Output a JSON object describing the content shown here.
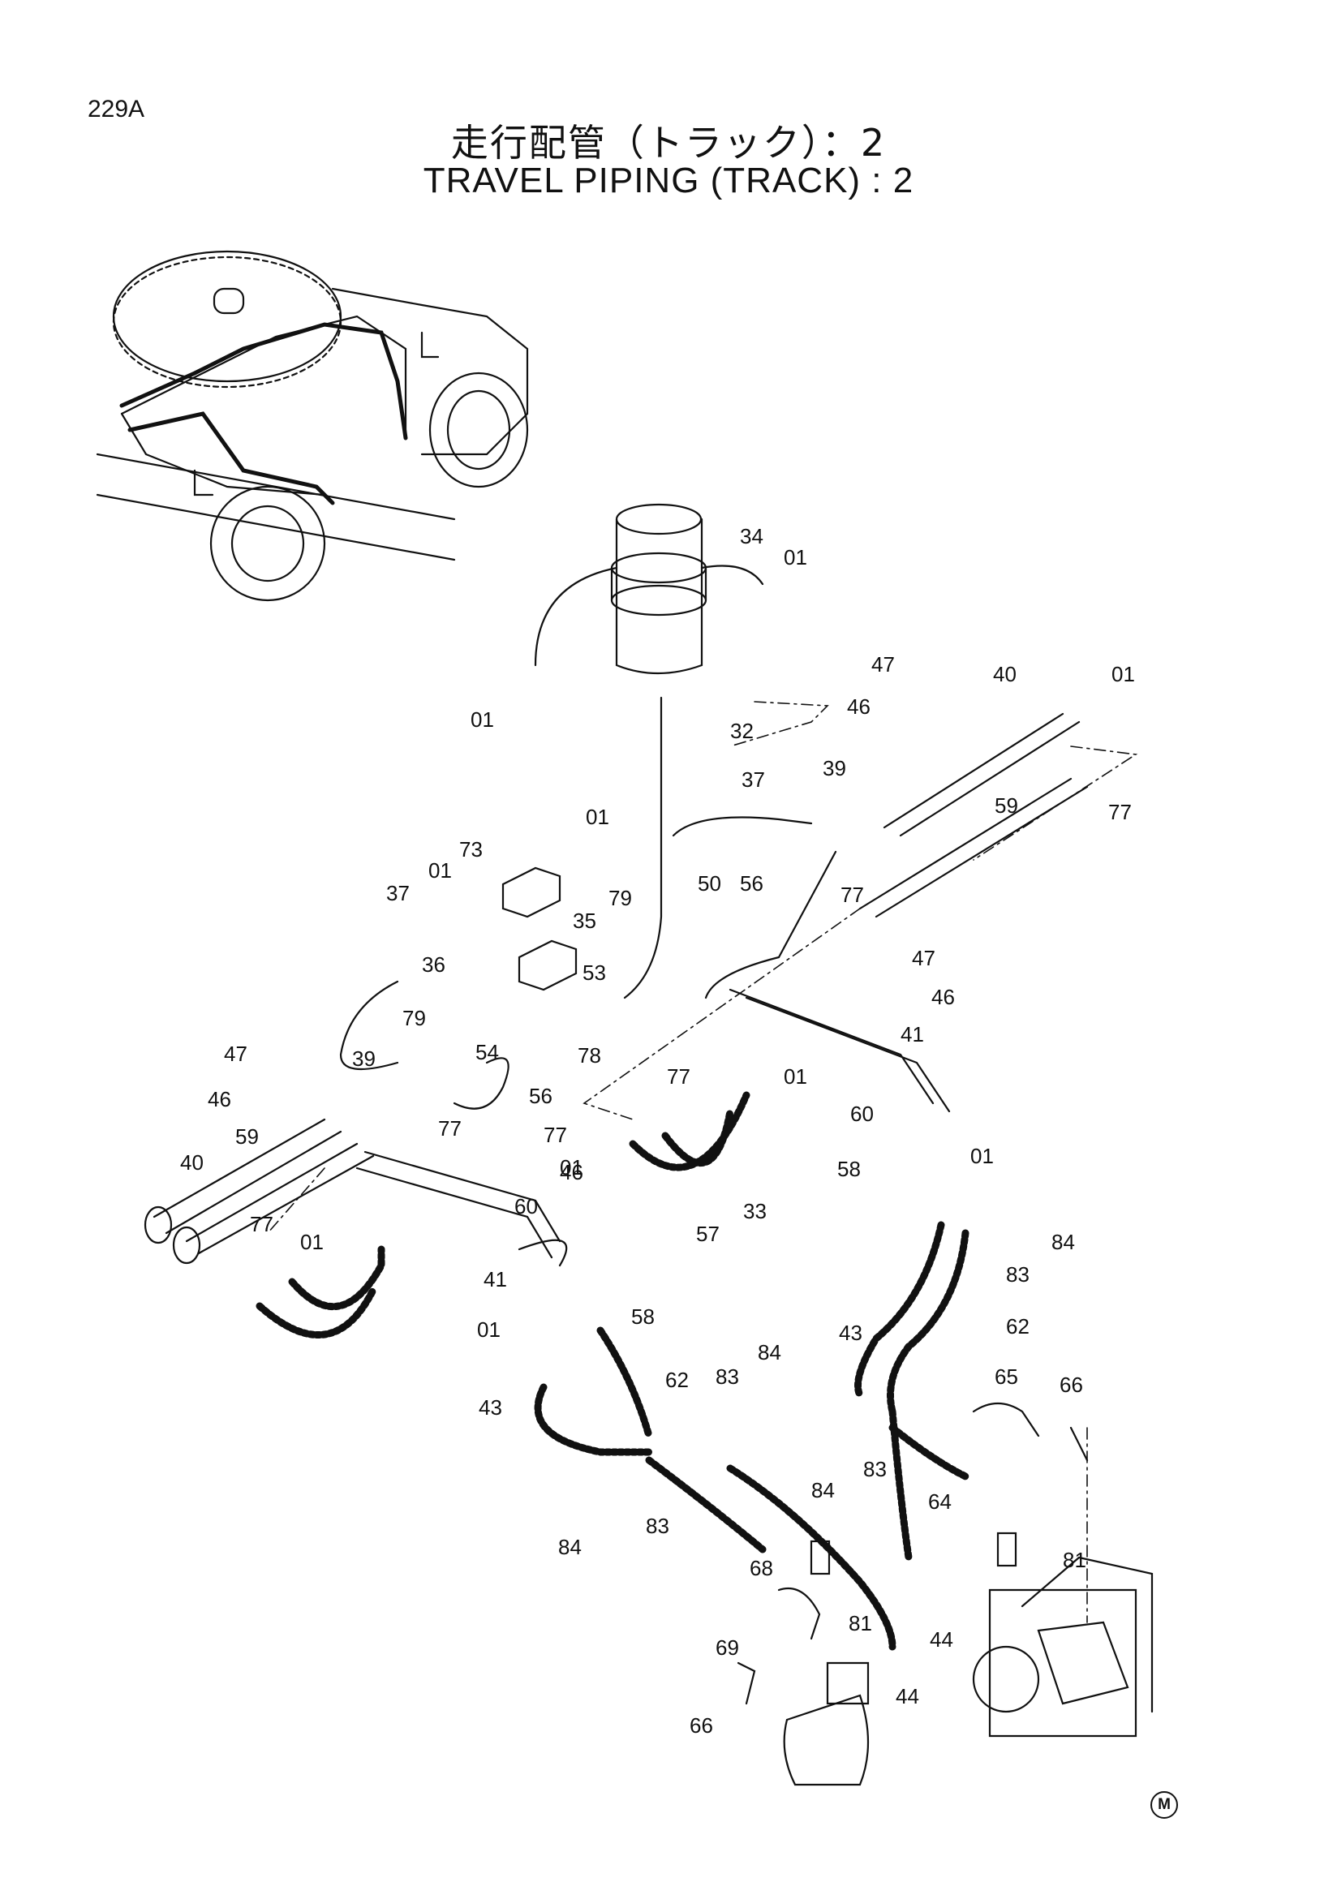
{
  "page_code": "229A",
  "title_jp": "走行配管（トラック）：2",
  "title_en": "TRAVEL PIPING (TRACK) : 2",
  "mark": "M",
  "callouts": [
    "34",
    "01",
    "47",
    "40",
    "01",
    "46",
    "32",
    "01",
    "39",
    "37",
    "59",
    "77",
    "01",
    "73",
    "01",
    "79",
    "50",
    "56",
    "77",
    "37",
    "35",
    "36",
    "53",
    "47",
    "46",
    "79",
    "78",
    "54",
    "77",
    "01",
    "41",
    "39",
    "47",
    "56",
    "77",
    "60",
    "46",
    "01",
    "77",
    "01",
    "58",
    "40",
    "59",
    "46",
    "57",
    "33",
    "84",
    "77",
    "01",
    "60",
    "83",
    "41",
    "43",
    "62",
    "01",
    "58",
    "84",
    "62",
    "83",
    "65",
    "66",
    "43",
    "83",
    "84",
    "64",
    "84",
    "83",
    "68",
    "81",
    "81",
    "44",
    "69",
    "44",
    "66"
  ]
}
